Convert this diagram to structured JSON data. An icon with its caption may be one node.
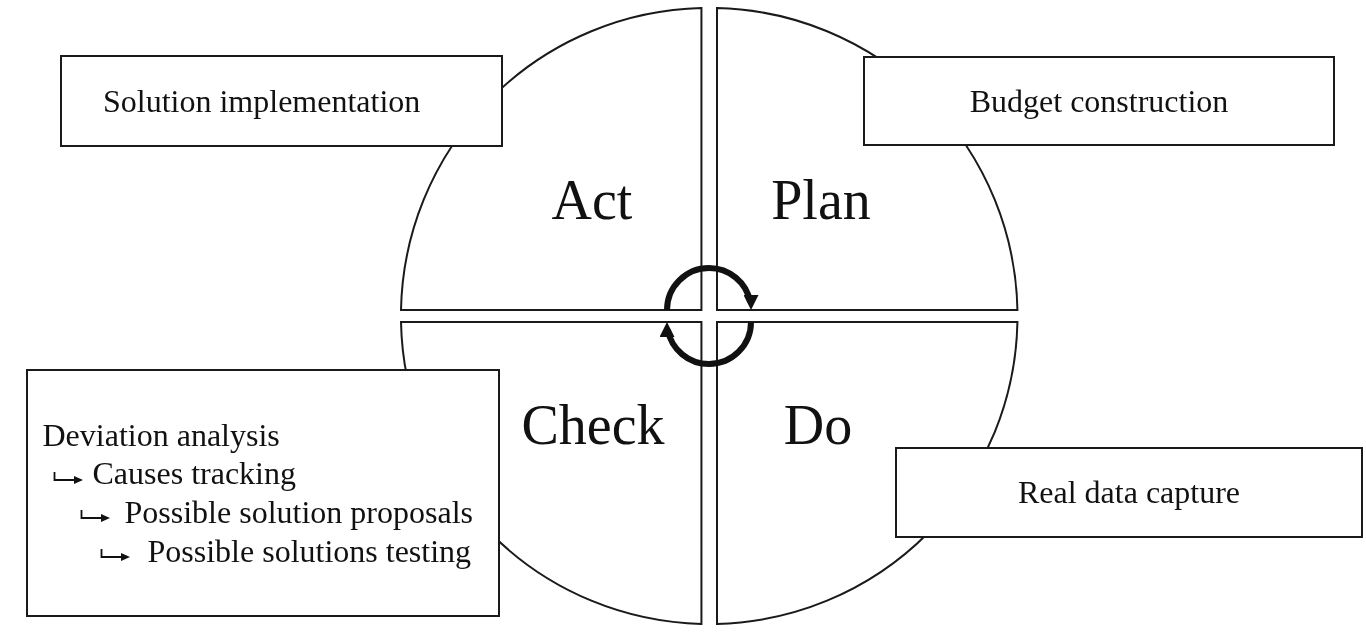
{
  "diagram": {
    "nodes": [
      {
        "text": [
          "Solution implementation"
        ]
      },
      {
        "text": [
          "Act"
        ]
      },
      {
        "text": [
          "Plan"
        ]
      },
      {
        "text": [
          "Budget construction"
        ]
      },
      {
        "text": [
          "Deviation analysis",
          "Causes tracking",
          "Possible solution proposals",
          "Possible solutions testing"
        ]
      },
      {
        "text": [
          "Check"
        ]
      },
      {
        "text": [
          "Do"
        ]
      },
      {
        "text": [
          "Real data capture"
        ]
      }
    ],
    "edges": [
      {
        "from": 1,
        "to": 2,
        "arrow": "to"
      },
      {
        "from": 6,
        "to": 5,
        "arrow": "to"
      }
    ]
  }
}
